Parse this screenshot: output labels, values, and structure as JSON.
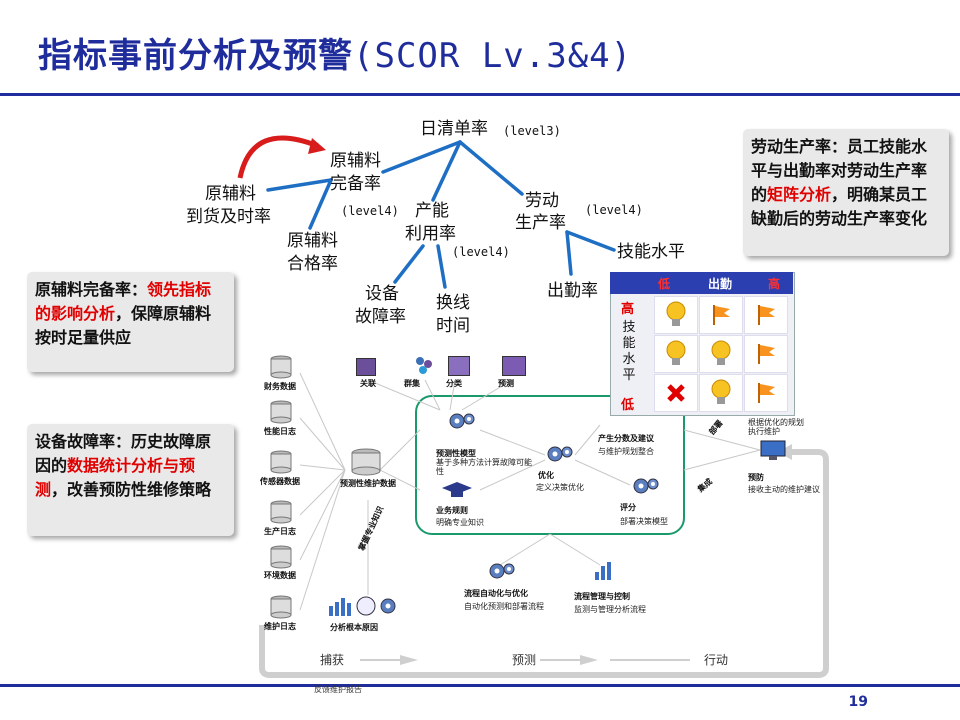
{
  "title": {
    "cjk": "指标事前分析及预警",
    "latin": "(SCOR Lv.3&4)"
  },
  "tree": {
    "root": "日清单率",
    "root_level": "(level3)",
    "n1_line1": "原辅料",
    "n1_line2": "完备率",
    "n1_level": "(level4)",
    "n1a_line1": "原辅料",
    "n1a_line2": "到货及时率",
    "n1b_line1": "原辅料",
    "n1b_line2": "合格率",
    "n2_line1": "产能",
    "n2_line2": "利用率",
    "n2_level": "(level4)",
    "n2a_line1": "设备",
    "n2a_line2": "故障率",
    "n2b_line1": "换线",
    "n2b_line2": "时间",
    "n3_line1": "劳动",
    "n3_line2": "生产率",
    "n3_level": "(level4)",
    "n3a": "出勤率",
    "n3b": "技能水平"
  },
  "notes": {
    "right_pre": "劳动生产率：员工技能水平与出勤率对劳动生产率的",
    "right_red": "矩阵分析",
    "right_post": "，明确某员工缺勤后的劳动生产率变化",
    "left1_pre": "原辅料完备率：",
    "left1_red": "领先指标的影响分析",
    "left1_post": "，保障原辅料按时足量供应",
    "left2_pre": "设备故障率：历史故障原因的",
    "left2_red": "数据统计分析与预测",
    "left2_post": "，改善预防性维修策略"
  },
  "matrix": {
    "header_low": "低",
    "header_mid": "出勤",
    "header_high": "高",
    "side_high": "高",
    "side_label": "技能水平",
    "side_low": "低",
    "rows": [
      [
        "bulb",
        "flag",
        "flag"
      ],
      [
        "bulb",
        "bulb",
        "flag"
      ],
      [
        "cross",
        "bulb",
        "flag"
      ]
    ]
  },
  "diagram": {
    "data_sources": [
      "财务数据",
      "性能日志",
      "传感器数据",
      "生产日志",
      "环境数据",
      "维护日志"
    ],
    "hub": "预测性维护数据",
    "top_icons": [
      "关联",
      "群集",
      "分类",
      "预测"
    ],
    "model_title": "预测性模型",
    "model_desc": "基于多种方法计算故障可能性",
    "rules_title": "业务规则",
    "rules_desc": "明确专业知识",
    "optimize_title": "优化",
    "optimize_desc": "定义决策优化",
    "generate_title": "产生分数及建议",
    "generate_desc": "与维护规划整合",
    "score_title": "评分",
    "score_desc": "部署决策模型",
    "deploy_label": "部署",
    "integrate_label": "集成",
    "plan_desc": "根据优化的规划执行维护",
    "prevent_title": "预防",
    "prevent_desc": "接收主动的维护建议",
    "process_auto_title": "流程自动化与优化",
    "process_auto_desc": "自动化预测和部署流程",
    "process_mgmt_title": "流程管理与控制",
    "process_mgmt_desc": "监测与管理分析流程",
    "root_cause": "分析根本原因",
    "expert_label": "掌握专业知识",
    "phase_capture": "捕获",
    "phase_predict": "预测",
    "phase_act": "行动"
  },
  "footer": {
    "source": "反馈维护报告",
    "page": "19"
  },
  "colors": {
    "brand": "#1f2d9c",
    "tree_line": "#1e6fc4",
    "highlight": "#e00000"
  }
}
